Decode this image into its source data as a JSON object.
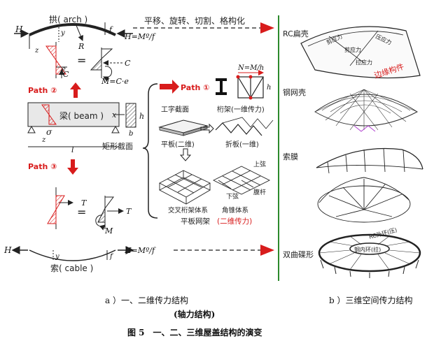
{
  "arch": {
    "title": "拱( arch )",
    "H_left": "H",
    "y": "y",
    "z": "z",
    "R": "R",
    "f": "f",
    "H_formula": "H=Mº/f"
  },
  "top_arrow_text": "平移、旋转、切割、格构化",
  "section1": {
    "C_right": "C",
    "C_bottom": "C",
    "e": "e",
    "M_formula": "M=C·e"
  },
  "paths": {
    "p2": "Path ②",
    "p1": "Path ①",
    "p3": "Path ③"
  },
  "beam": {
    "label": "梁( beam )",
    "sigma": "σ",
    "z": "z",
    "l": "l",
    "x": "x",
    "h": "h",
    "b": "b",
    "rect_label": "矩形截面"
  },
  "path1_items": {
    "ibeam": "工字截面",
    "truss": "桁架(一维传力)",
    "NMh": "N=M/h",
    "h": "h"
  },
  "plates": {
    "flat": "平板(二维)",
    "folded": "折板(一维)"
  },
  "grids": {
    "cross": "交叉桁架体系",
    "angle": "角锥体系",
    "flat_grid": "平板网架",
    "flat_grid_note": "(二维传力)",
    "upper": "上弦",
    "lower": "下弦",
    "web": "腹杆"
  },
  "section3": {
    "T1": "T",
    "T2": "T",
    "M": "M"
  },
  "cable": {
    "H_left": "H",
    "y": "y",
    "f": "f",
    "H_formula": "H=Mº/f",
    "label": "索( cable )"
  },
  "right_panel": {
    "rc_shell": "RC扁壳",
    "edge": "边缘构件",
    "shear": "剪应力",
    "compress": "压应力",
    "tension": "拉应力",
    "steel_shell": "钢网壳",
    "membrane": "索膜",
    "saddle": "双曲碟形",
    "outer_ring": "RC外环(压)",
    "inner_ring": "钢内环(拉)"
  },
  "captions": {
    "a": "a ）一、二维传力结构",
    "a2": "(轴力结构)",
    "b": "b ）三维空间传力结构",
    "fig": "图 5　一、二、三维屋盖结构的演变"
  },
  "colors": {
    "accent_red": "#d81c1c",
    "divider_green": "#2c8a2c",
    "line": "#222222"
  }
}
